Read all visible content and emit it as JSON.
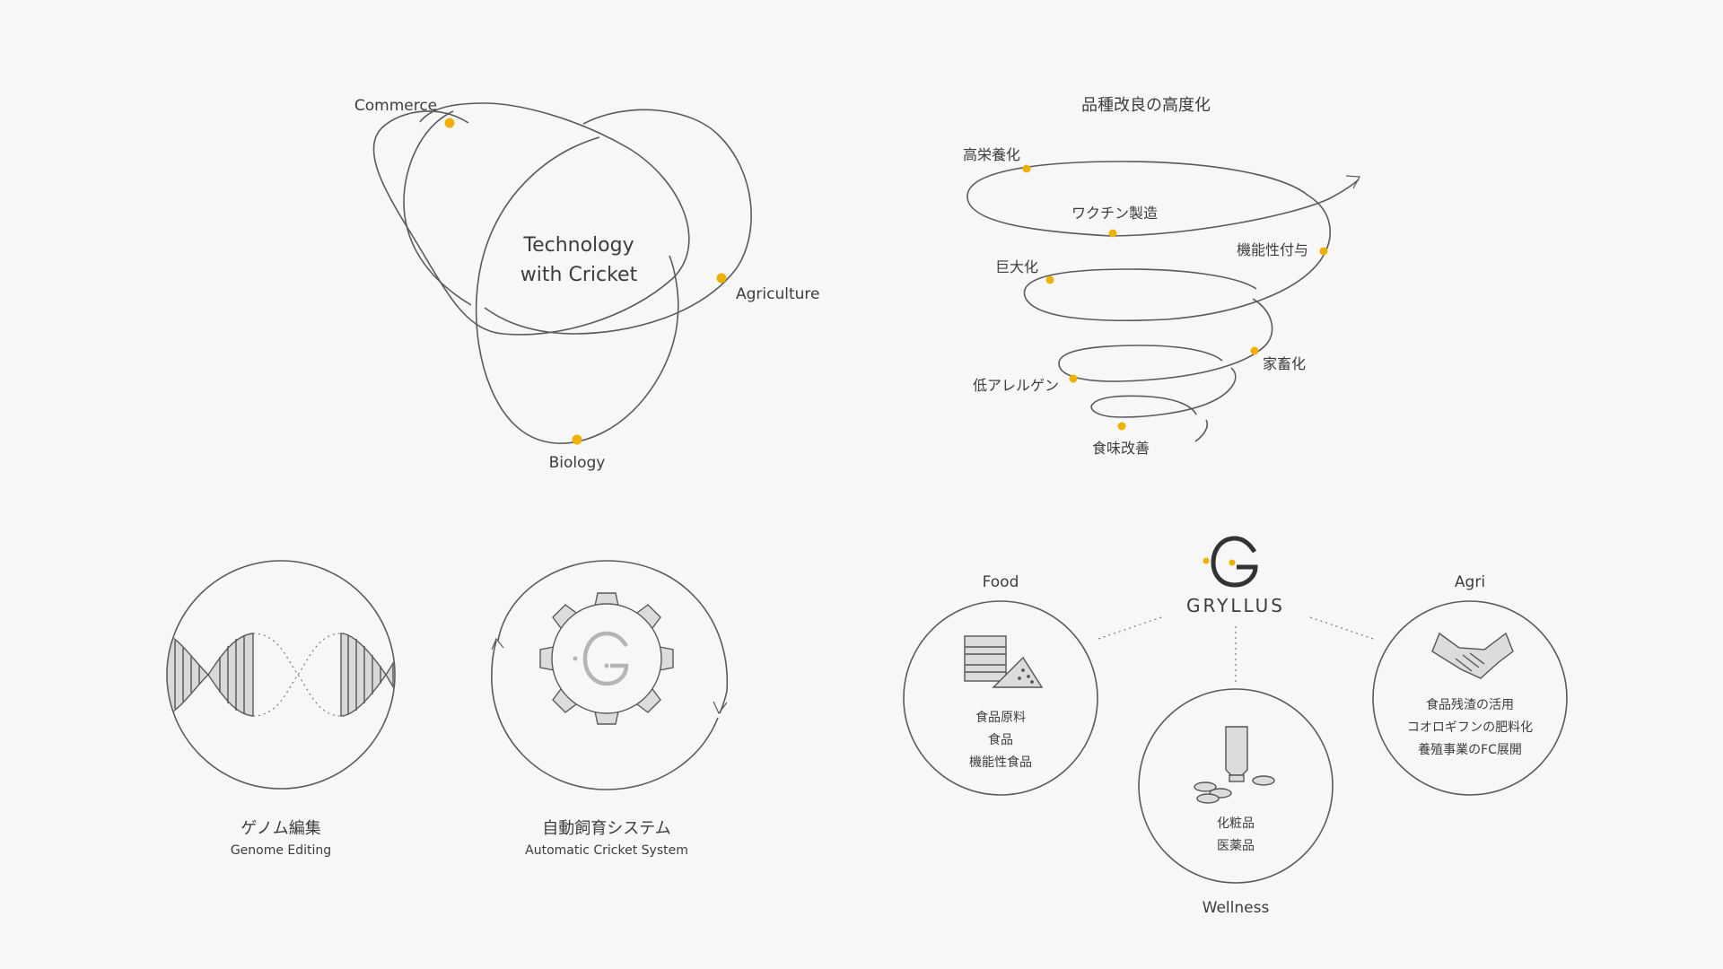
{
  "venn": {
    "center_line1": "Technology",
    "center_line2": "with Cricket",
    "commerce": "Commerce",
    "agriculture": "Agriculture",
    "biology": "Biology"
  },
  "spiral": {
    "title": "品種改良の高度化",
    "labels": [
      "高栄養化",
      "ワクチン製造",
      "機能性付与",
      "巨大化",
      "家畜化",
      "低アレルゲン",
      "食味改善"
    ]
  },
  "genome": {
    "ja": "ゲノム編集",
    "en": "Genome Editing"
  },
  "auto": {
    "ja": "自動飼育システム",
    "en": "Automatic Cricket System"
  },
  "logo": {
    "text": "GRYLLUS"
  },
  "food": {
    "title": "Food",
    "lines": [
      "食品原料",
      "食品",
      "機能性食品"
    ]
  },
  "wellness": {
    "title": "Wellness",
    "lines": [
      "化粧品",
      "医薬品"
    ]
  },
  "agri": {
    "title": "Agri",
    "lines": [
      "食品残渣の活用",
      "コオロギフンの肥料化",
      "養殖事業のFC展開"
    ]
  },
  "colors": {
    "accent": "#f0b000",
    "line": "#5a5a5a",
    "text": "#3d3d3d",
    "background": "#f7f7f7"
  }
}
